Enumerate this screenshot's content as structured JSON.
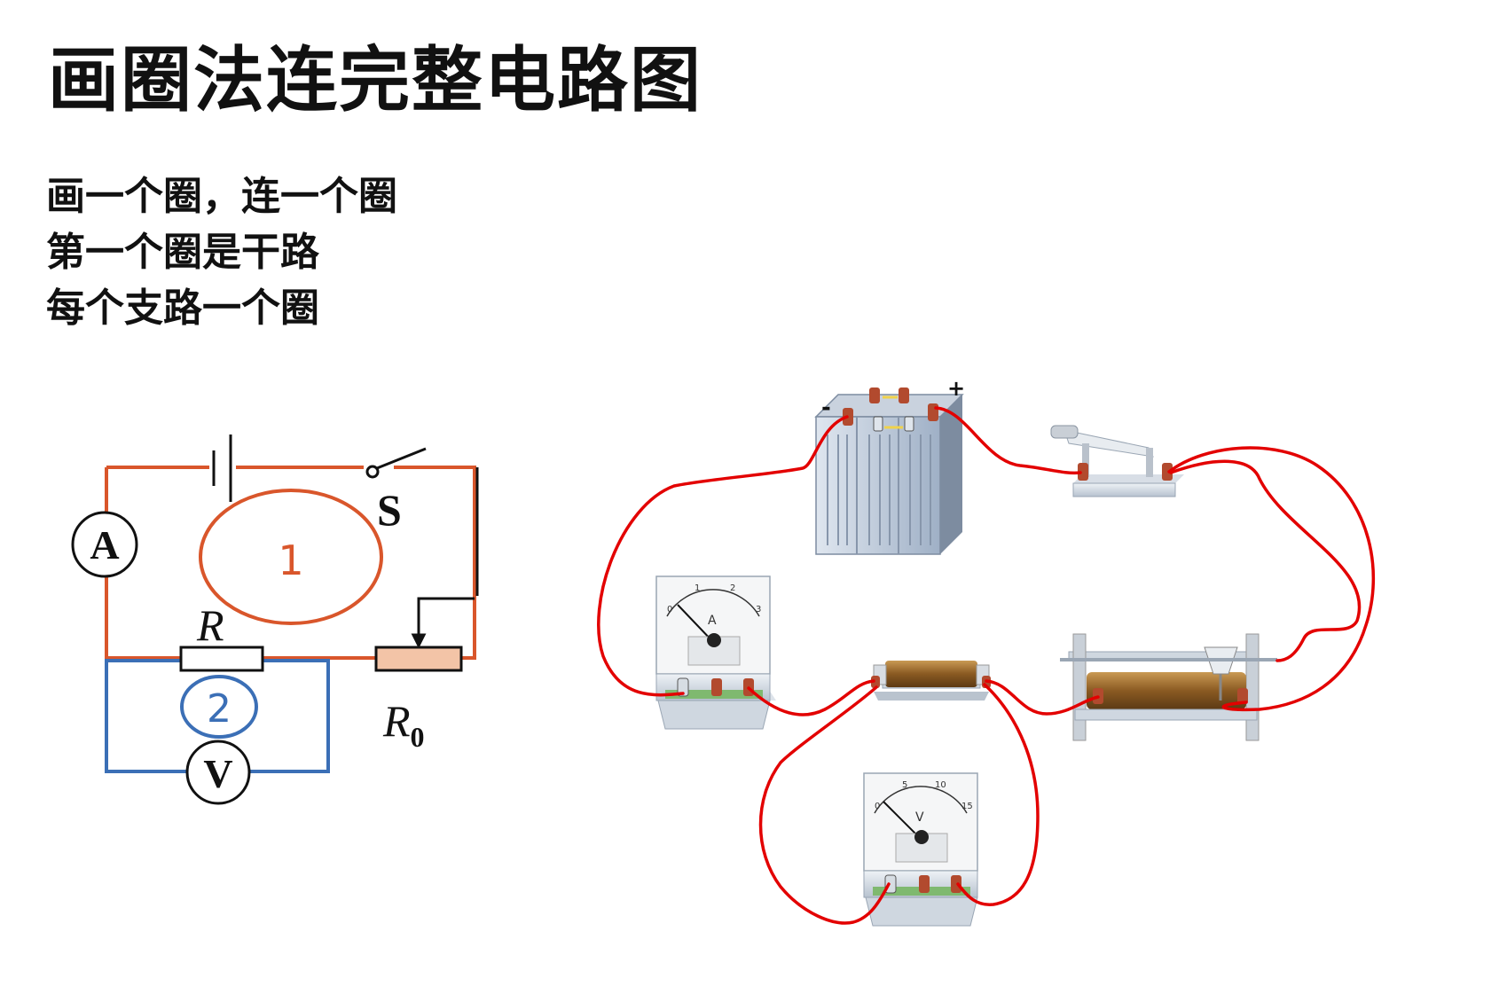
{
  "title": "画圈法连完整电路图",
  "rules": [
    "画一个圈，连一个圈",
    "第一个圈是干路",
    "每个支路一个圈"
  ],
  "schematic": {
    "ammeter_symbol": "A",
    "voltmeter_symbol": "V",
    "switch_label": "S",
    "resistor_label": "R",
    "rheostat_label": "R",
    "rheostat_subscript": "0",
    "loop1_label": "1",
    "loop2_label": "2",
    "colors": {
      "loop1": "#d9562b",
      "loop2": "#3b6fb6",
      "wire": "#000000"
    }
  },
  "physical": {
    "battery_minus": "-",
    "battery_plus": "+",
    "ammeter_face": "A",
    "voltmeter_face": "V",
    "ammeter_scale": [
      "0",
      "1",
      "2",
      "3"
    ],
    "voltmeter_scale": [
      "0",
      "5",
      "10",
      "15"
    ],
    "wire_color": "#e30000"
  }
}
